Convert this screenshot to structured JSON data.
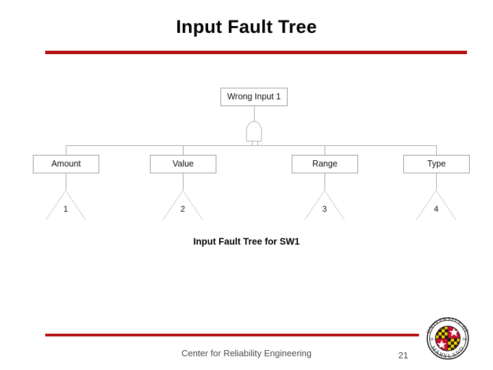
{
  "slide": {
    "title": "Input Fault Tree",
    "caption": "Input Fault Tree for SW1",
    "footer_text": "Center for Reliability Engineering",
    "slide_number": "21",
    "accent_color": "#b51010",
    "line_color": "#a6a6a6",
    "text_color": "#000000",
    "footer_color": "#4a4a4a"
  },
  "fault_tree": {
    "top_event": {
      "label": "Wrong Input 1"
    },
    "gate": {
      "type": "or-gate",
      "name": "or-gate-symbol"
    },
    "branches": [
      {
        "label": "Amount",
        "transfer": "1"
      },
      {
        "label": "Value",
        "transfer": "2"
      },
      {
        "label": "Range",
        "transfer": "3"
      },
      {
        "label": "Type",
        "transfer": "4"
      }
    ]
  },
  "logo": {
    "name": "university-of-maryland-seal",
    "top_arc_text": "UNIVERSITY OF",
    "bottom_arc_text": "MARYLAND",
    "year_left": "18",
    "year_right": "56",
    "colors": {
      "red": "#c8102e",
      "gold": "#ffd200",
      "black": "#1a1a1a",
      "white": "#ffffff"
    }
  }
}
